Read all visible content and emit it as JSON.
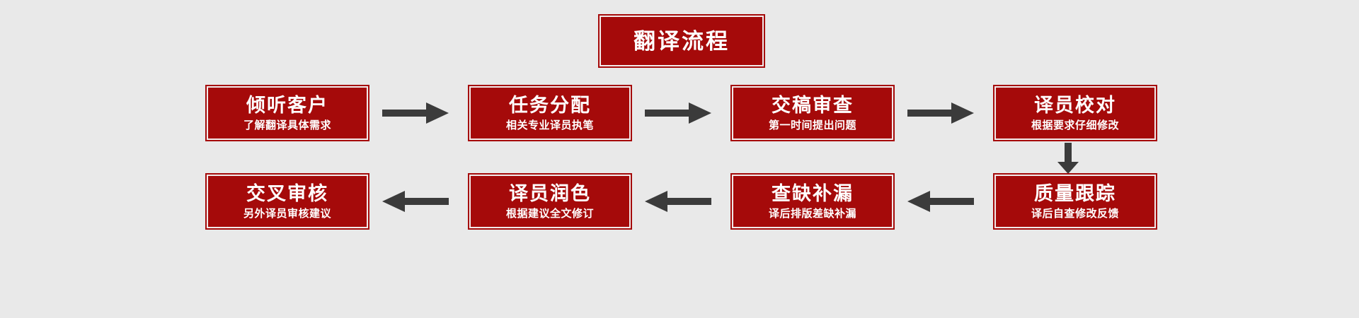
{
  "chart_data": {
    "type": "diagram",
    "diagram_kind": "flowchart",
    "title": "翻译流程",
    "flow_direction": "serpentine: row1 left-to-right, then down, then row2 right-to-left",
    "nodes": [
      {
        "id": "n1",
        "row": 1,
        "order": 1,
        "title": "倾听客户",
        "subtitle": "了解翻译具体需求"
      },
      {
        "id": "n2",
        "row": 1,
        "order": 2,
        "title": "任务分配",
        "subtitle": "相关专业译员执笔"
      },
      {
        "id": "n3",
        "row": 1,
        "order": 3,
        "title": "交稿审查",
        "subtitle": "第一时间提出问题"
      },
      {
        "id": "n4",
        "row": 1,
        "order": 4,
        "title": "译员校对",
        "subtitle": "根据要求仔细修改"
      },
      {
        "id": "n5",
        "row": 2,
        "order": 4,
        "title": "质量跟踪",
        "subtitle": "译后自查修改反馈"
      },
      {
        "id": "n6",
        "row": 2,
        "order": 3,
        "title": "查缺补漏",
        "subtitle": "译后排版差缺补漏"
      },
      {
        "id": "n7",
        "row": 2,
        "order": 2,
        "title": "译员润色",
        "subtitle": "根据建议全文修订"
      },
      {
        "id": "n8",
        "row": 2,
        "order": 1,
        "title": "交叉审核",
        "subtitle": "另外译员审核建议"
      }
    ],
    "edges": [
      {
        "from": "n1",
        "to": "n2",
        "direction": "right"
      },
      {
        "from": "n2",
        "to": "n3",
        "direction": "right"
      },
      {
        "from": "n3",
        "to": "n4",
        "direction": "right"
      },
      {
        "from": "n4",
        "to": "n5",
        "direction": "down"
      },
      {
        "from": "n5",
        "to": "n6",
        "direction": "left"
      },
      {
        "from": "n6",
        "to": "n7",
        "direction": "left"
      },
      {
        "from": "n7",
        "to": "n8",
        "direction": "left"
      }
    ],
    "colors": {
      "background": "#e9e9e9",
      "node_fill": "#a50a0a",
      "node_border": "#a50a0a",
      "node_inner_border": "#f2eaea",
      "node_text": "#ffffff",
      "arrow": "#3b3b3b"
    }
  },
  "header": {
    "title": "翻译流程"
  },
  "row1": {
    "nodes": [
      {
        "title": "倾听客户",
        "subtitle": "了解翻译具体需求"
      },
      {
        "title": "任务分配",
        "subtitle": "相关专业译员执笔"
      },
      {
        "title": "交稿审查",
        "subtitle": "第一时间提出问题"
      },
      {
        "title": "译员校对",
        "subtitle": "根据要求仔细修改"
      }
    ]
  },
  "row2": {
    "nodes": [
      {
        "title": "交叉审核",
        "subtitle": "另外译员审核建议"
      },
      {
        "title": "译员润色",
        "subtitle": "根据建议全文修订"
      },
      {
        "title": "查缺补漏",
        "subtitle": "译后排版差缺补漏"
      },
      {
        "title": "质量跟踪",
        "subtitle": "译后自查修改反馈"
      }
    ]
  }
}
